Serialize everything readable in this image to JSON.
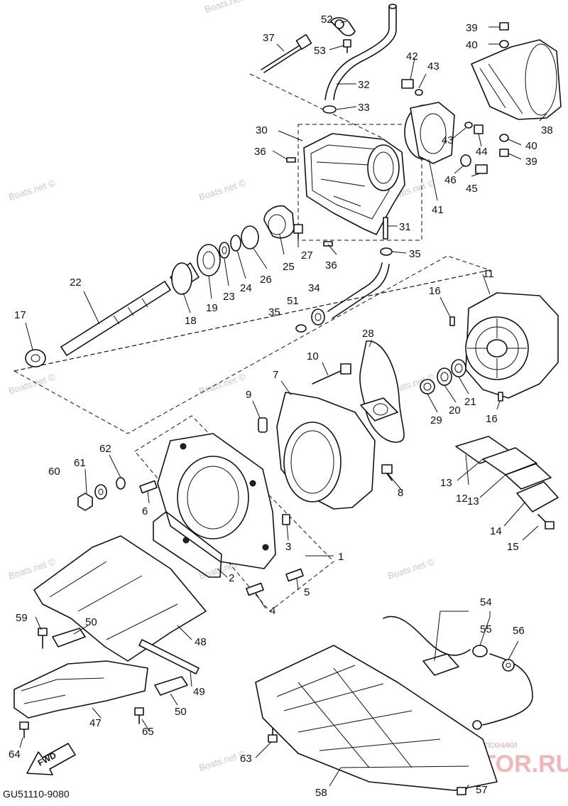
{
  "diagram_code": "GU51110-9080",
  "fwd_label": "FWD",
  "watermark": {
    "text": "Boats.net ©",
    "site_logo": "PARTSMOTOR.RU",
    "site_tagline": "ЗАПЧАСТИ И АКСЕССУАРЫ ДЛЯ МОТОТЕХНИКИ"
  },
  "callouts": {
    "c1": "1",
    "c2": "2",
    "c3": "3",
    "c4": "4",
    "c5": "5",
    "c6": "6",
    "c7": "7",
    "c8": "8",
    "c9": "9",
    "c10": "10",
    "c11": "11",
    "c12": "12",
    "c13a": "13",
    "c13b": "13",
    "c14": "14",
    "c15": "15",
    "c16a": "16",
    "c16b": "16",
    "c17": "17",
    "c18": "18",
    "c19": "19",
    "c20": "20",
    "c21": "21",
    "c22": "22",
    "c23": "23",
    "c24": "24",
    "c25": "25",
    "c26": "26",
    "c27": "27",
    "c28": "28",
    "c29": "29",
    "c30": "30",
    "c31": "31",
    "c32": "32",
    "c33": "33",
    "c34": "34",
    "c35a": "35",
    "c35b": "35",
    "c36a": "36",
    "c36b": "36",
    "c37": "37",
    "c38": "38",
    "c39a": "39",
    "c39b": "39",
    "c40a": "40",
    "c40b": "40",
    "c41": "41",
    "c42": "42",
    "c43a": "43",
    "c43b": "43",
    "c44": "44",
    "c45": "45",
    "c46": "46",
    "c47": "47",
    "c48": "48",
    "c49": "49",
    "c50a": "50",
    "c50b": "50",
    "c51": "51",
    "c52": "52",
    "c53": "53",
    "c54": "54",
    "c55": "55",
    "c56": "56",
    "c57": "57",
    "c58": "58",
    "c59": "59",
    "c60": "60",
    "c61": "61",
    "c62": "62",
    "c63": "63",
    "c64": "64",
    "c65": "65"
  }
}
